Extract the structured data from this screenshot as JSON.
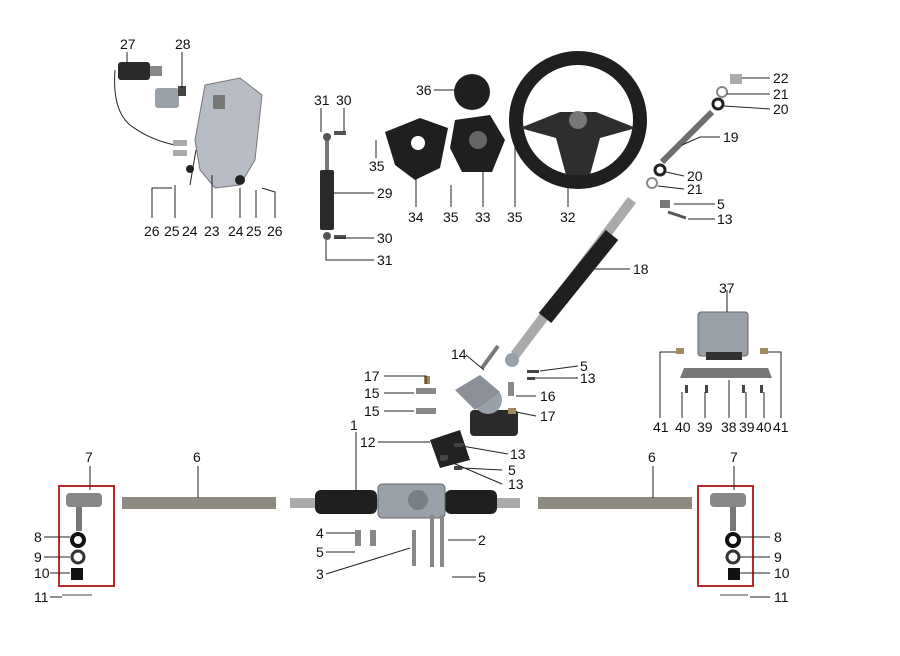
{
  "callouts": {
    "n1": "1",
    "n2": "2",
    "n3": "3",
    "n4": "4",
    "n5": "5",
    "n6": "6",
    "n7": "7",
    "n8": "8",
    "n9": "9",
    "n10": "10",
    "n11": "11",
    "n12": "12",
    "n13": "13",
    "n14": "14",
    "n15": "15",
    "n16": "16",
    "n17": "17",
    "n18": "18",
    "n19": "19",
    "n20": "20",
    "n21": "21",
    "n22": "22",
    "n23": "23",
    "n24": "24",
    "n25": "25",
    "n26": "26",
    "n27": "27",
    "n28": "28",
    "n29": "29",
    "n30": "30",
    "n31": "31",
    "n32": "32",
    "n33": "33",
    "n34": "34",
    "n35": "35",
    "n36": "36",
    "n37": "37",
    "n38": "38",
    "n39": "39",
    "n40": "40",
    "n41": "41"
  },
  "colors": {
    "frame": "#b52b2b",
    "part_dark": "#2a2a2a",
    "part_mid": "#6d6d6d",
    "part_light": "#b8bcc4",
    "rod": "#8d8a80"
  }
}
